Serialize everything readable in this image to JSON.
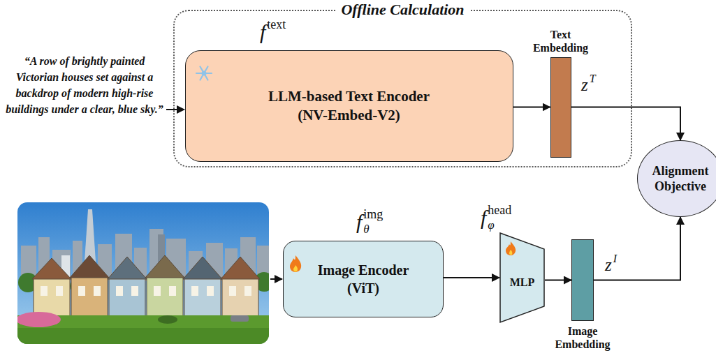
{
  "diagram": {
    "nodes": [
      {
        "text": [
          "Offline Calculation"
        ]
      },
      {
        "text": [
          "LLM-based Text Encoder",
          "(NV-Embed-V2)"
        ],
        "in": 0
      },
      {
        "text": [
          "Text Embedding"
        ],
        "in": 0
      },
      {
        "text": [
          "Alignment Objective"
        ]
      },
      {
        "text": [
          "Image Encoder",
          "(ViT)"
        ]
      },
      {
        "text": [
          "MLP"
        ]
      },
      {
        "text": [
          "Image Embedding"
        ]
      }
    ],
    "edges": [
      {
        "from": 1,
        "to": 2,
        "arrow": "to"
      },
      {
        "from": 2,
        "to": 3,
        "arrow": "to"
      },
      {
        "from": 4,
        "to": 5,
        "arrow": "to"
      },
      {
        "from": 5,
        "to": 6,
        "arrow": "to"
      },
      {
        "from": 6,
        "to": 3,
        "arrow": "to"
      }
    ],
    "labels": [
      "“A row of brightly painted Victorian houses set against a backdrop of modern high-rise buildings under a clear, blue sky.”",
      "f",
      "text",
      "f",
      "img",
      "θ",
      "f",
      "head",
      "φ",
      "z",
      "T",
      "z",
      "I"
    ]
  }
}
